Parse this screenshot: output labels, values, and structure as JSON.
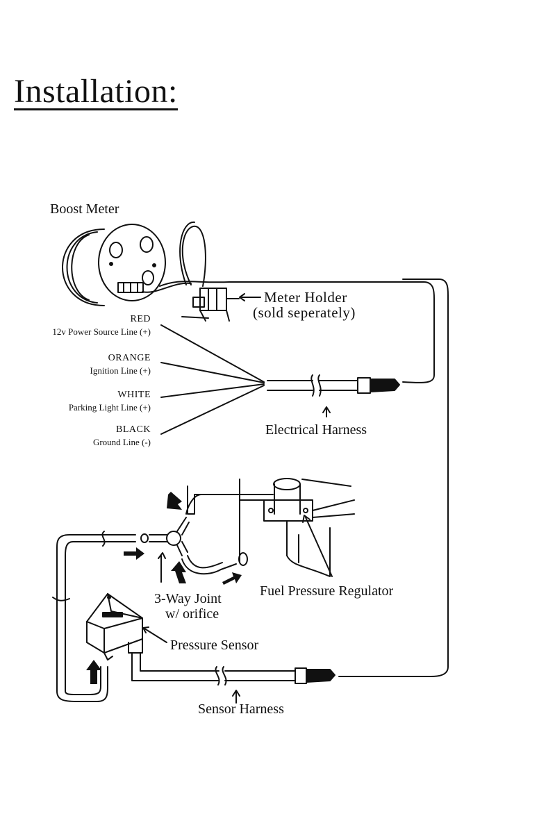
{
  "page": {
    "title": "Installation:"
  },
  "labels": {
    "boost_meter": "Boost Meter",
    "meter_holder_line1": "Meter Holder",
    "meter_holder_line2": "(sold seperately)",
    "electrical_harness": "Electrical Harness",
    "fuel_pressure_regulator": "Fuel Pressure Regulator",
    "three_way_joint_line1": "3-Way Joint",
    "three_way_joint_line2": "w/ orifice",
    "pressure_sensor": "Pressure Sensor",
    "sensor_harness": "Sensor Harness"
  },
  "wires": [
    {
      "color": "RED",
      "desc": "12v Power Source Line (+)"
    },
    {
      "color": "ORANGE",
      "desc": "Ignition Line (+)"
    },
    {
      "color": "WHITE",
      "desc": "Parking Light Line (+)"
    },
    {
      "color": "BLACK",
      "desc": "Ground Line (-)"
    }
  ]
}
